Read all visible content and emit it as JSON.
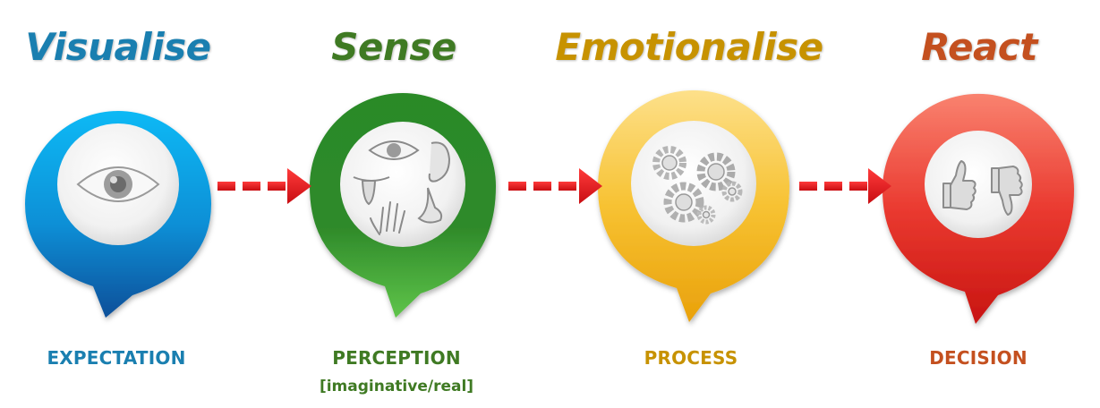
{
  "stages": [
    {
      "title": "Visualise",
      "label": "EXPECTATION",
      "sublabel": "",
      "color": "#1a7fb0",
      "icon": "eye-icon"
    },
    {
      "title": "Sense",
      "label": "PERCEPTION",
      "sublabel": "[imaginative/real]",
      "color": "#3f7a23",
      "icon": "senses-icon"
    },
    {
      "title": "Emotionalise",
      "label": "PROCESS",
      "sublabel": "",
      "color": "#c79200",
      "icon": "gears-icon"
    },
    {
      "title": "React",
      "label": "DECISION",
      "sublabel": "",
      "color": "#c4501f",
      "icon": "thumbs-icon"
    }
  ],
  "colors": {
    "blue": "#1aa3e6",
    "green": "#3a9a2c",
    "yellow": "#f5bd1f",
    "red": "#e3312b",
    "arrow": "#e0141a"
  }
}
